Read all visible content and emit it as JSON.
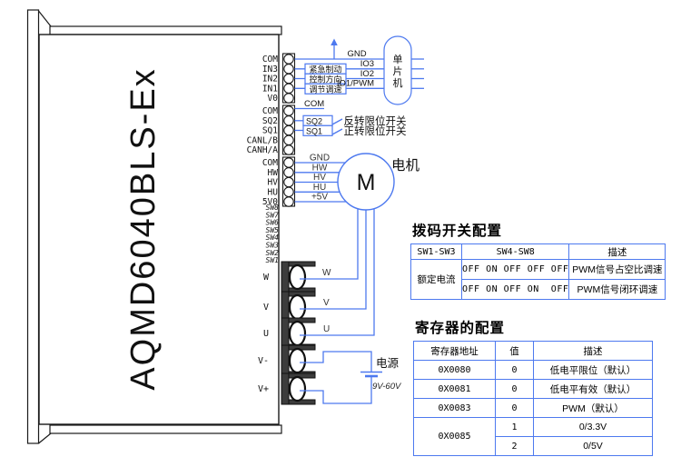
{
  "colors": {
    "wire": "#4d79ef",
    "ink": "#1a1a1a",
    "bracket": "#3c3c3c"
  },
  "device": {
    "model": "AQMD6040BLS-Ex",
    "pin_groups": [
      {
        "pins": [
          "COM",
          "IN3",
          "IN2",
          "IN1",
          "V0"
        ]
      },
      {
        "pins": [
          "COM",
          "SQ2",
          "SQ1",
          "CANL/B",
          "CANH/A"
        ]
      },
      {
        "pins": [
          "COM",
          "HW",
          "HV",
          "HU",
          "5V0"
        ]
      }
    ],
    "dip_pins": [
      "SW8",
      "SW7",
      "SW6",
      "SW5",
      "SW4",
      "SW3",
      "SW2",
      "SW1"
    ],
    "power_pins": [
      "W",
      "V",
      "U",
      "V-",
      "V+"
    ]
  },
  "mcu": {
    "name": "单片机",
    "chars": [
      "单",
      "片",
      "机"
    ],
    "gnd": "GND",
    "inputs": [
      {
        "signal": "紧急制动",
        "port": "IO3"
      },
      {
        "signal": "控制方向",
        "port": "IO2"
      },
      {
        "signal": "调节调速",
        "port": "IO1/PWM"
      }
    ]
  },
  "switches": {
    "com": "COM",
    "items": [
      {
        "id": "SQ2",
        "desc": "反转限位开关"
      },
      {
        "id": "SQ1",
        "desc": "正转限位开关"
      }
    ]
  },
  "motor": {
    "symbol": "M",
    "label": "电机",
    "hall_wires": [
      "GND",
      "HW",
      "HV",
      "HU",
      "+5V"
    ],
    "phase_wires": [
      "W",
      "V",
      "U"
    ]
  },
  "power_supply": {
    "label": "电源",
    "range": "9V-60V"
  },
  "dip_table": {
    "title": "拨码开关配置",
    "headers": [
      "SW1-SW3",
      "SW4-SW8",
      "描述"
    ],
    "group_label": "额定电流",
    "rows": [
      {
        "sw": "OFF ON OFF OFF OFF",
        "desc": "PWM信号占空比调速"
      },
      {
        "sw": "OFF ON OFF ON  OFF",
        "desc": "PWM信号闭环调速"
      }
    ]
  },
  "reg_table": {
    "title": "寄存器的配置",
    "headers": [
      "寄存器地址",
      "值",
      "描述"
    ],
    "rows": [
      {
        "addr": "0X0080",
        "entries": [
          {
            "value": "0",
            "desc": "低电平限位（默认）"
          }
        ]
      },
      {
        "addr": "0X0081",
        "entries": [
          {
            "value": "0",
            "desc": "低电平有效（默认）"
          }
        ]
      },
      {
        "addr": "0X0083",
        "entries": [
          {
            "value": "0",
            "desc": "PWM（默认）"
          }
        ]
      },
      {
        "addr": "0X0085",
        "entries": [
          {
            "value": "1",
            "desc": "0/3.3V"
          },
          {
            "value": "2",
            "desc": "0/5V"
          }
        ]
      }
    ]
  }
}
